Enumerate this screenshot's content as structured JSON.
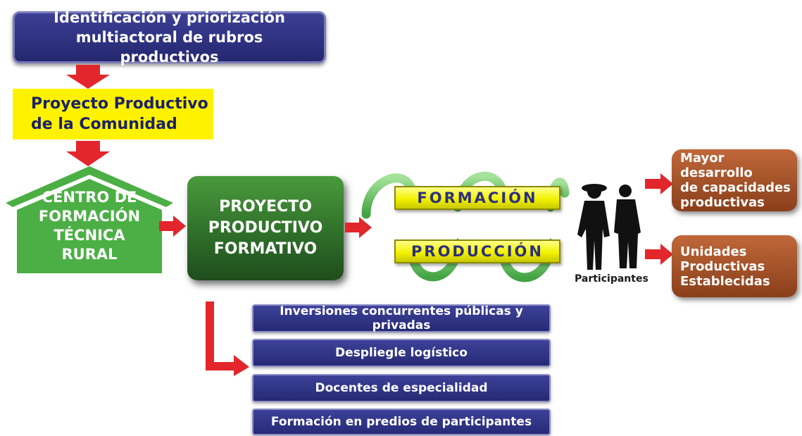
{
  "top_box": {
    "line1": "Identificación y priorización",
    "line2": "multiactoral de rubros productivos"
  },
  "project_box": {
    "line1": "Proyecto Productivo",
    "line2": "de la Comunidad"
  },
  "house": {
    "line1": "CENTRO DE",
    "line2": "FORMACIÓN",
    "line3": "TÉCNICA",
    "line4": "RURAL"
  },
  "formative_box": {
    "line1": "PROYECTO",
    "line2": "PRODUCTIVO",
    "line3": "FORMATIVO"
  },
  "cycle": {
    "top_label": "FORMACIÓN",
    "bottom_label": "PRODUCCIÓN"
  },
  "participants_label": "Participantes",
  "outcomes": [
    {
      "lines": [
        "Mayor desarrollo",
        "de capacidades",
        "productivas"
      ]
    },
    {
      "lines": [
        "Unidades",
        "Productivas",
        "Establecidas"
      ]
    }
  ],
  "supports": [
    "Inversiones concurrentes públicas y privadas",
    "Despliegle logístico",
    "Docentes de especialidad",
    "Formación en predios de participantes"
  ],
  "colors": {
    "navy": "#2b2e7f",
    "yellow": "#fff200",
    "green_house": "#4caf45",
    "green_dark": "#2f6f2a",
    "arrow_red": "#e3262b",
    "brown": "#a24f26"
  }
}
